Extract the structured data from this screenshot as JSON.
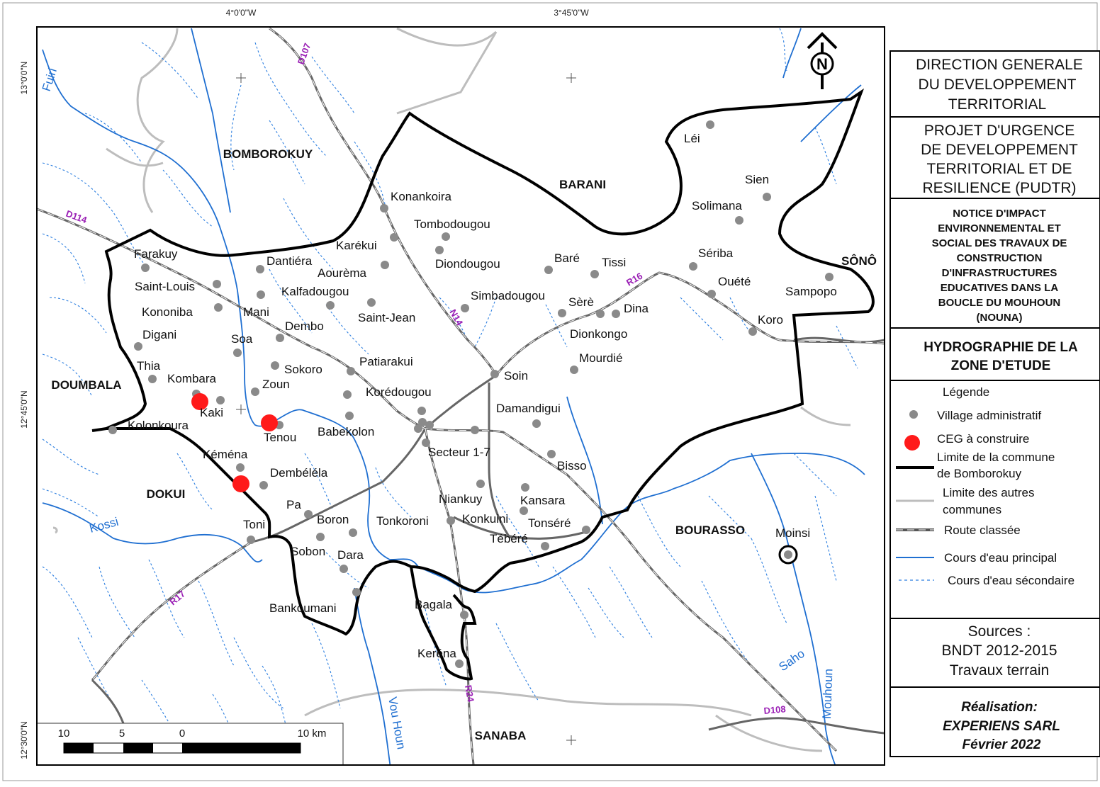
{
  "coordinates": {
    "top": [
      "4°0'0\"W",
      "3°45'0\"W"
    ],
    "left": [
      "13°0'0\"N",
      "12°45'0\"N",
      "12°30'0\"N"
    ]
  },
  "communes": [
    "BOMBOROKUY",
    "BARANI",
    "DOUMBALA",
    "DOKUI",
    "BOURASSO",
    "SANABA",
    "SÔNÔ"
  ],
  "villages": [
    "Léi",
    "Sien",
    "Solimana",
    "Konankoira",
    "Tombodougou",
    "Karékui",
    "Diondougou",
    "Baré",
    "Tissi",
    "Sériba",
    "Farakuy",
    "Dantiéra",
    "Aourèma",
    "Saint-Louis",
    "Kalfadougou",
    "Simbadougou",
    "Sèrè",
    "Dina",
    "Ouété",
    "Sampopo",
    "Kononiba",
    "Mani",
    "Saint-Jean",
    "Dionkongo",
    "Koro",
    "Digani",
    "Soa",
    "Dembo",
    "Mourdié",
    "Thia",
    "Sokoro",
    "Patiarakui",
    "Soin",
    "Kombara",
    "Zoun",
    "Korédougou",
    "Kaki",
    "Damandigui",
    "Kolonkoura",
    "Tenou",
    "Babekolon",
    "Secteur 1-7",
    "Kéména",
    "Bisso",
    "Dembéléla",
    "Niankuy",
    "Kansara",
    "Pa",
    "Konkuini",
    "Tonséré",
    "Boron",
    "Tonkoroni",
    "Toni",
    "Moinsi",
    "Tébéré",
    "Sobon",
    "Dara",
    "Bankoumani",
    "Bagala",
    "Keréna"
  ],
  "roads": [
    "D107",
    "D114",
    "R16",
    "N14",
    "R17",
    "R24",
    "D108"
  ],
  "rivers": [
    "Fuiri",
    "Kossi",
    "Vou Houn",
    "Saho",
    "Mouhoun"
  ],
  "north_arrow_label": "N",
  "panel": {
    "org": [
      "DIRECTION GENERALE",
      "DU DEVELOPPEMENT",
      "TERRITORIAL"
    ],
    "project": [
      "PROJET D'URGENCE",
      "DE DEVELOPPEMENT",
      "TERRITORIAL ET DE",
      "RESILIENCE (PUDTR)"
    ],
    "notice": [
      "NOTICE D'IMPACT",
      "ENVIRONNEMENTAL ET",
      "SOCIAL DES TRAVAUX DE",
      "CONSTRUCTION",
      "D'INFRASTRUCTURES",
      "EDUCATIVES DANS LA",
      "BOUCLE DU MOUHOUN",
      "(NOUNA)"
    ],
    "map_title": [
      "HYDROGRAPHIE DE LA",
      "ZONE D'ETUDE"
    ],
    "legend_title": "Légende",
    "legend": [
      "Village administratif",
      "CEG à construire",
      "Limite de la commune",
      "de Bomborokuy",
      "Limite des autres",
      "communes",
      "Route classée",
      "Cours d'eau principal",
      "Cours d'eau sécondaire"
    ],
    "sources": [
      "Sources :",
      "BNDT 2012-2015",
      "Travaux terrain"
    ],
    "realisation": [
      "Réalisation:",
      "EXPERIENS SARL",
      "Février 2022"
    ]
  },
  "scale": {
    "labels": [
      "10",
      "5",
      "0",
      "10 km"
    ]
  },
  "colors": {
    "river_main": "#1f6fd1",
    "river_secondary": "#2d7fe0",
    "village": "#8a8a8a",
    "ceg": "#ff1a1a",
    "road": "#666666",
    "commune_boundary": "#000000",
    "other_boundary": "#bdbdbd",
    "road_label": "#9a1fb5"
  }
}
